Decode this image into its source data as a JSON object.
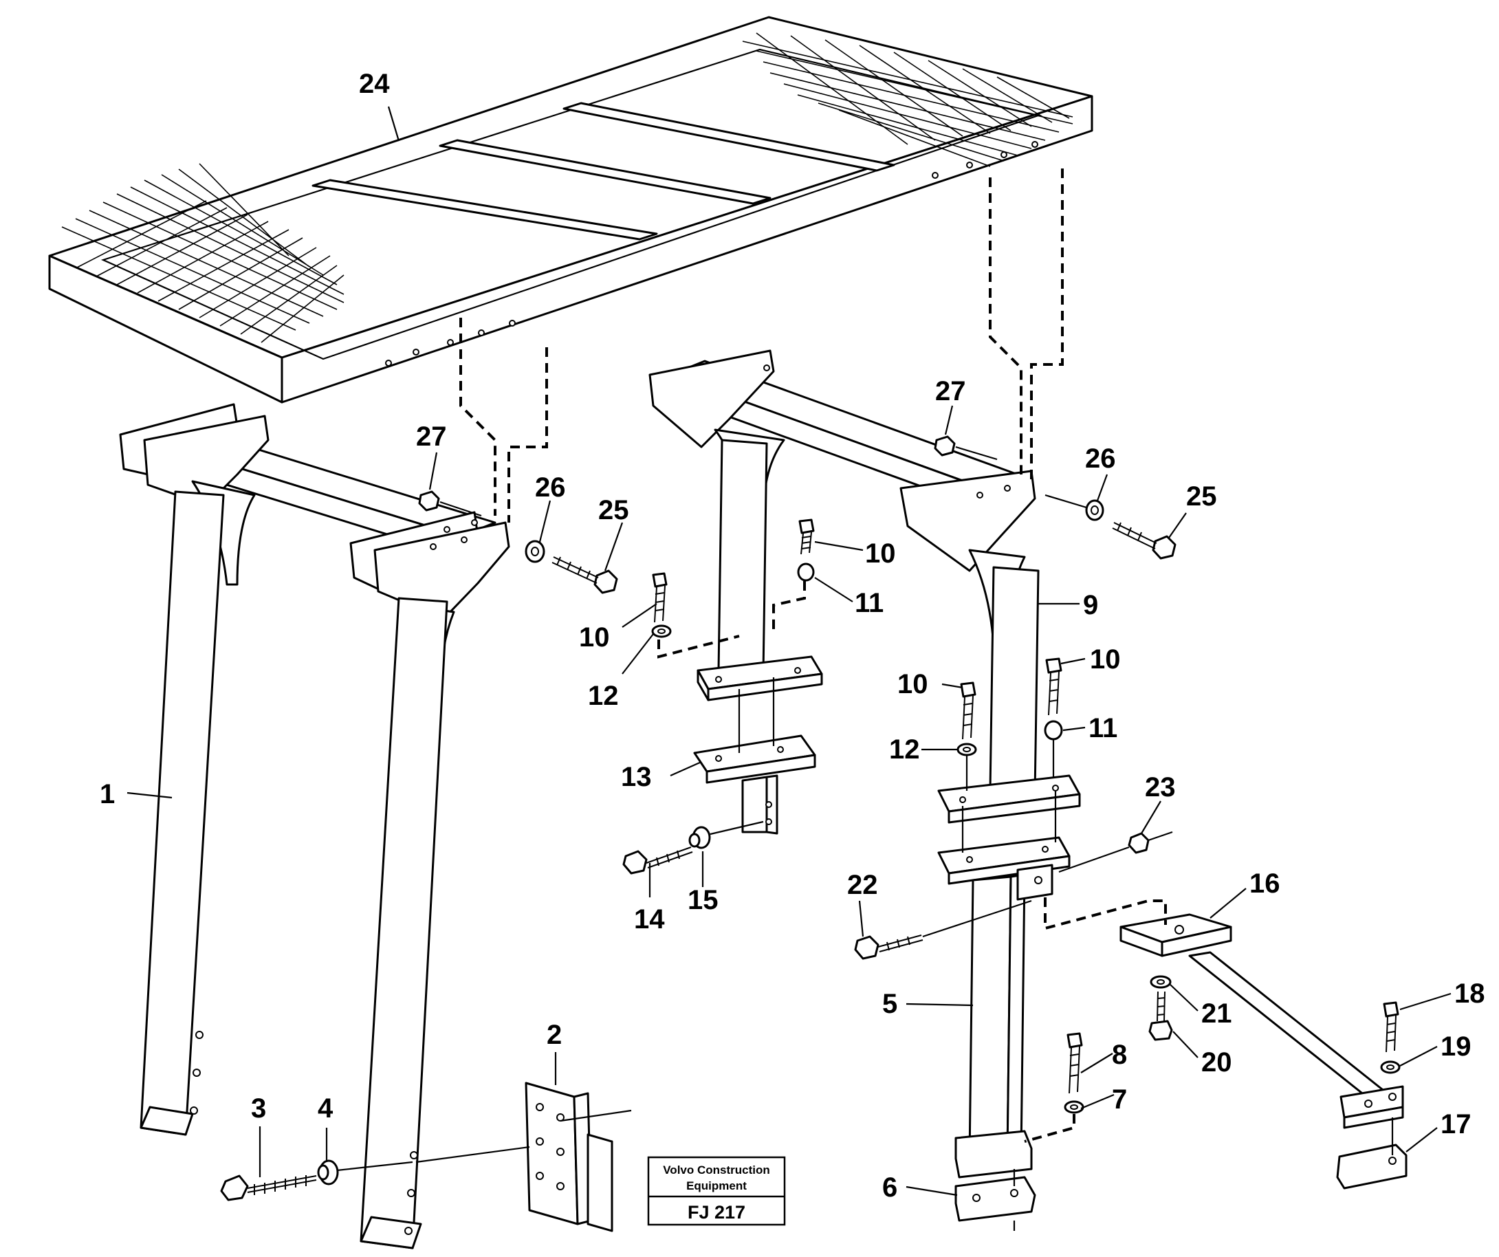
{
  "stamp": {
    "line1": "Volvo Construction",
    "line2": "Equipment",
    "code": "FJ 217"
  },
  "callouts": [
    {
      "id": "c1",
      "text": "1"
    },
    {
      "id": "c2",
      "text": "2"
    },
    {
      "id": "c3",
      "text": "3"
    },
    {
      "id": "c4",
      "text": "4"
    },
    {
      "id": "c5",
      "text": "5"
    },
    {
      "id": "c6",
      "text": "6"
    },
    {
      "id": "c7",
      "text": "7"
    },
    {
      "id": "c8",
      "text": "8"
    },
    {
      "id": "c9",
      "text": "9"
    },
    {
      "id": "c10a",
      "text": "10"
    },
    {
      "id": "c10b",
      "text": "10"
    },
    {
      "id": "c10c",
      "text": "10"
    },
    {
      "id": "c10d",
      "text": "10"
    },
    {
      "id": "c11a",
      "text": "11"
    },
    {
      "id": "c11b",
      "text": "11"
    },
    {
      "id": "c12a",
      "text": "12"
    },
    {
      "id": "c12b",
      "text": "12"
    },
    {
      "id": "c13",
      "text": "13"
    },
    {
      "id": "c14",
      "text": "14"
    },
    {
      "id": "c15",
      "text": "15"
    },
    {
      "id": "c16",
      "text": "16"
    },
    {
      "id": "c17",
      "text": "17"
    },
    {
      "id": "c18",
      "text": "18"
    },
    {
      "id": "c19",
      "text": "19"
    },
    {
      "id": "c20",
      "text": "20"
    },
    {
      "id": "c21",
      "text": "21"
    },
    {
      "id": "c22",
      "text": "22"
    },
    {
      "id": "c23",
      "text": "23"
    },
    {
      "id": "c24",
      "text": "24"
    },
    {
      "id": "c25a",
      "text": "25"
    },
    {
      "id": "c25b",
      "text": "25"
    },
    {
      "id": "c26a",
      "text": "26"
    },
    {
      "id": "c26b",
      "text": "26"
    },
    {
      "id": "c27a",
      "text": "27"
    },
    {
      "id": "c27b",
      "text": "27"
    }
  ]
}
